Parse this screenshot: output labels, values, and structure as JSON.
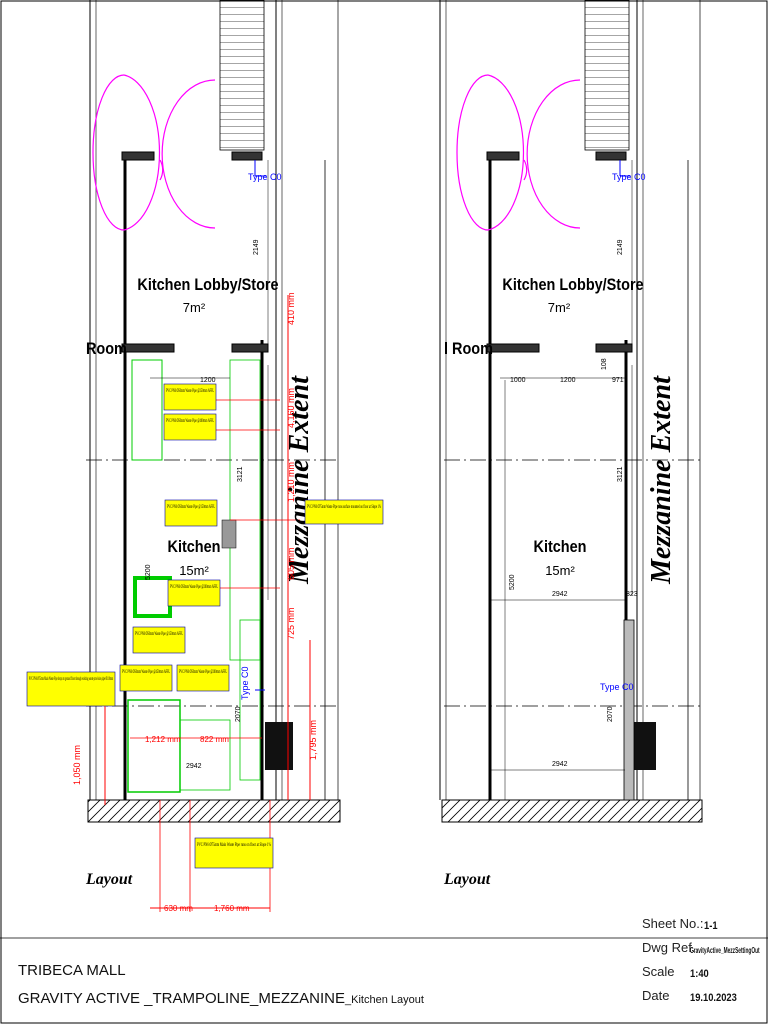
{
  "colors": {
    "wall": "#000000",
    "dimension": "#ff0000",
    "door": "#ff00ff",
    "fixture": "#00cc00",
    "note_fill": "#ffff00",
    "note_border": "#0000aa",
    "tag": "#0000ff"
  },
  "left_plan": {
    "room_lobby": "Kitchen Lobby/Store",
    "room_lobby_area": "7m²",
    "room_partial": "Room",
    "room_kitchen": "Kitchen",
    "room_kitchen_area": "15m²",
    "mezzanine": "Mezzanine Extent",
    "type_tags": [
      "Type C0",
      "Type C0"
    ],
    "dims_black": [
      "2149",
      "1200",
      "3121",
      "5200",
      "2942",
      "2070"
    ],
    "dims_red": [
      "410 mm",
      "4,160 mm",
      "1,210 mm",
      "605 mm",
      "725 mm",
      "1,795 mm",
      "1,050 mm",
      "1,212 mm",
      "822 mm",
      "630 mm",
      "1,760 mm"
    ],
    "notes": [
      "PVC PN6 Ø50mm Waste Pipe @250mm AFFL",
      "PVC PN6 Ø50mm Waste Pipe @400mm AFFL",
      "PVC PN6 Ø50mm Waste Pipe @150mm AFFL",
      "PVC PN6 Ø75mm Waste Pipe runs surface mounted on floor at Slope 1%",
      "PVC PN6 Ø50mm Waste Pipe @200mm AFFL",
      "PVC PN6 Ø50mm Waste Pipe @150mm AFFL",
      "PVC PN6 Ø75mm Main Waste Pipe drops to ground floor through existing waste provision pipe Ø110mm",
      "PVC PN6 Ø50mm Waste Pipe @450mm AFFL",
      "PVC PN6 Ø50mm Waste Pipe @200mm AFFL",
      "PVC PN6 Ø75mm Main Waste Pipe runs on floor at Slope 1%"
    ],
    "bottom_label": "Layout"
  },
  "right_plan": {
    "room_lobby": "Kitchen Lobby/Store",
    "room_lobby_area": "7m²",
    "room_partial": "l Room",
    "room_kitchen": "Kitchen",
    "room_kitchen_area": "15m²",
    "mezzanine": "Mezzanine Extent",
    "type_tags": [
      "Type C0",
      "Type C0"
    ],
    "dims": [
      "2149",
      "1000",
      "1200",
      "108",
      "971",
      "3121",
      "5200",
      "2942",
      "323",
      "2070",
      "2942"
    ],
    "bottom_label": "Layout"
  },
  "title_block": {
    "project": "TRIBECA MALL",
    "drawing_main": "GRAVITY ACTIVE  _TRAMPOLINE_MEZZANINE",
    "drawing_sub": "_Kitchen Layout",
    "sheet_label": "Sheet No.:",
    "sheet_value": "1-1",
    "dwg_label": "Dwg Ref.",
    "dwg_value": "GravityActive_MezzSettingOut",
    "scale_label": "Scale",
    "scale_value": "1:40",
    "date_label": "Date",
    "date_value": "19.10.2023"
  }
}
